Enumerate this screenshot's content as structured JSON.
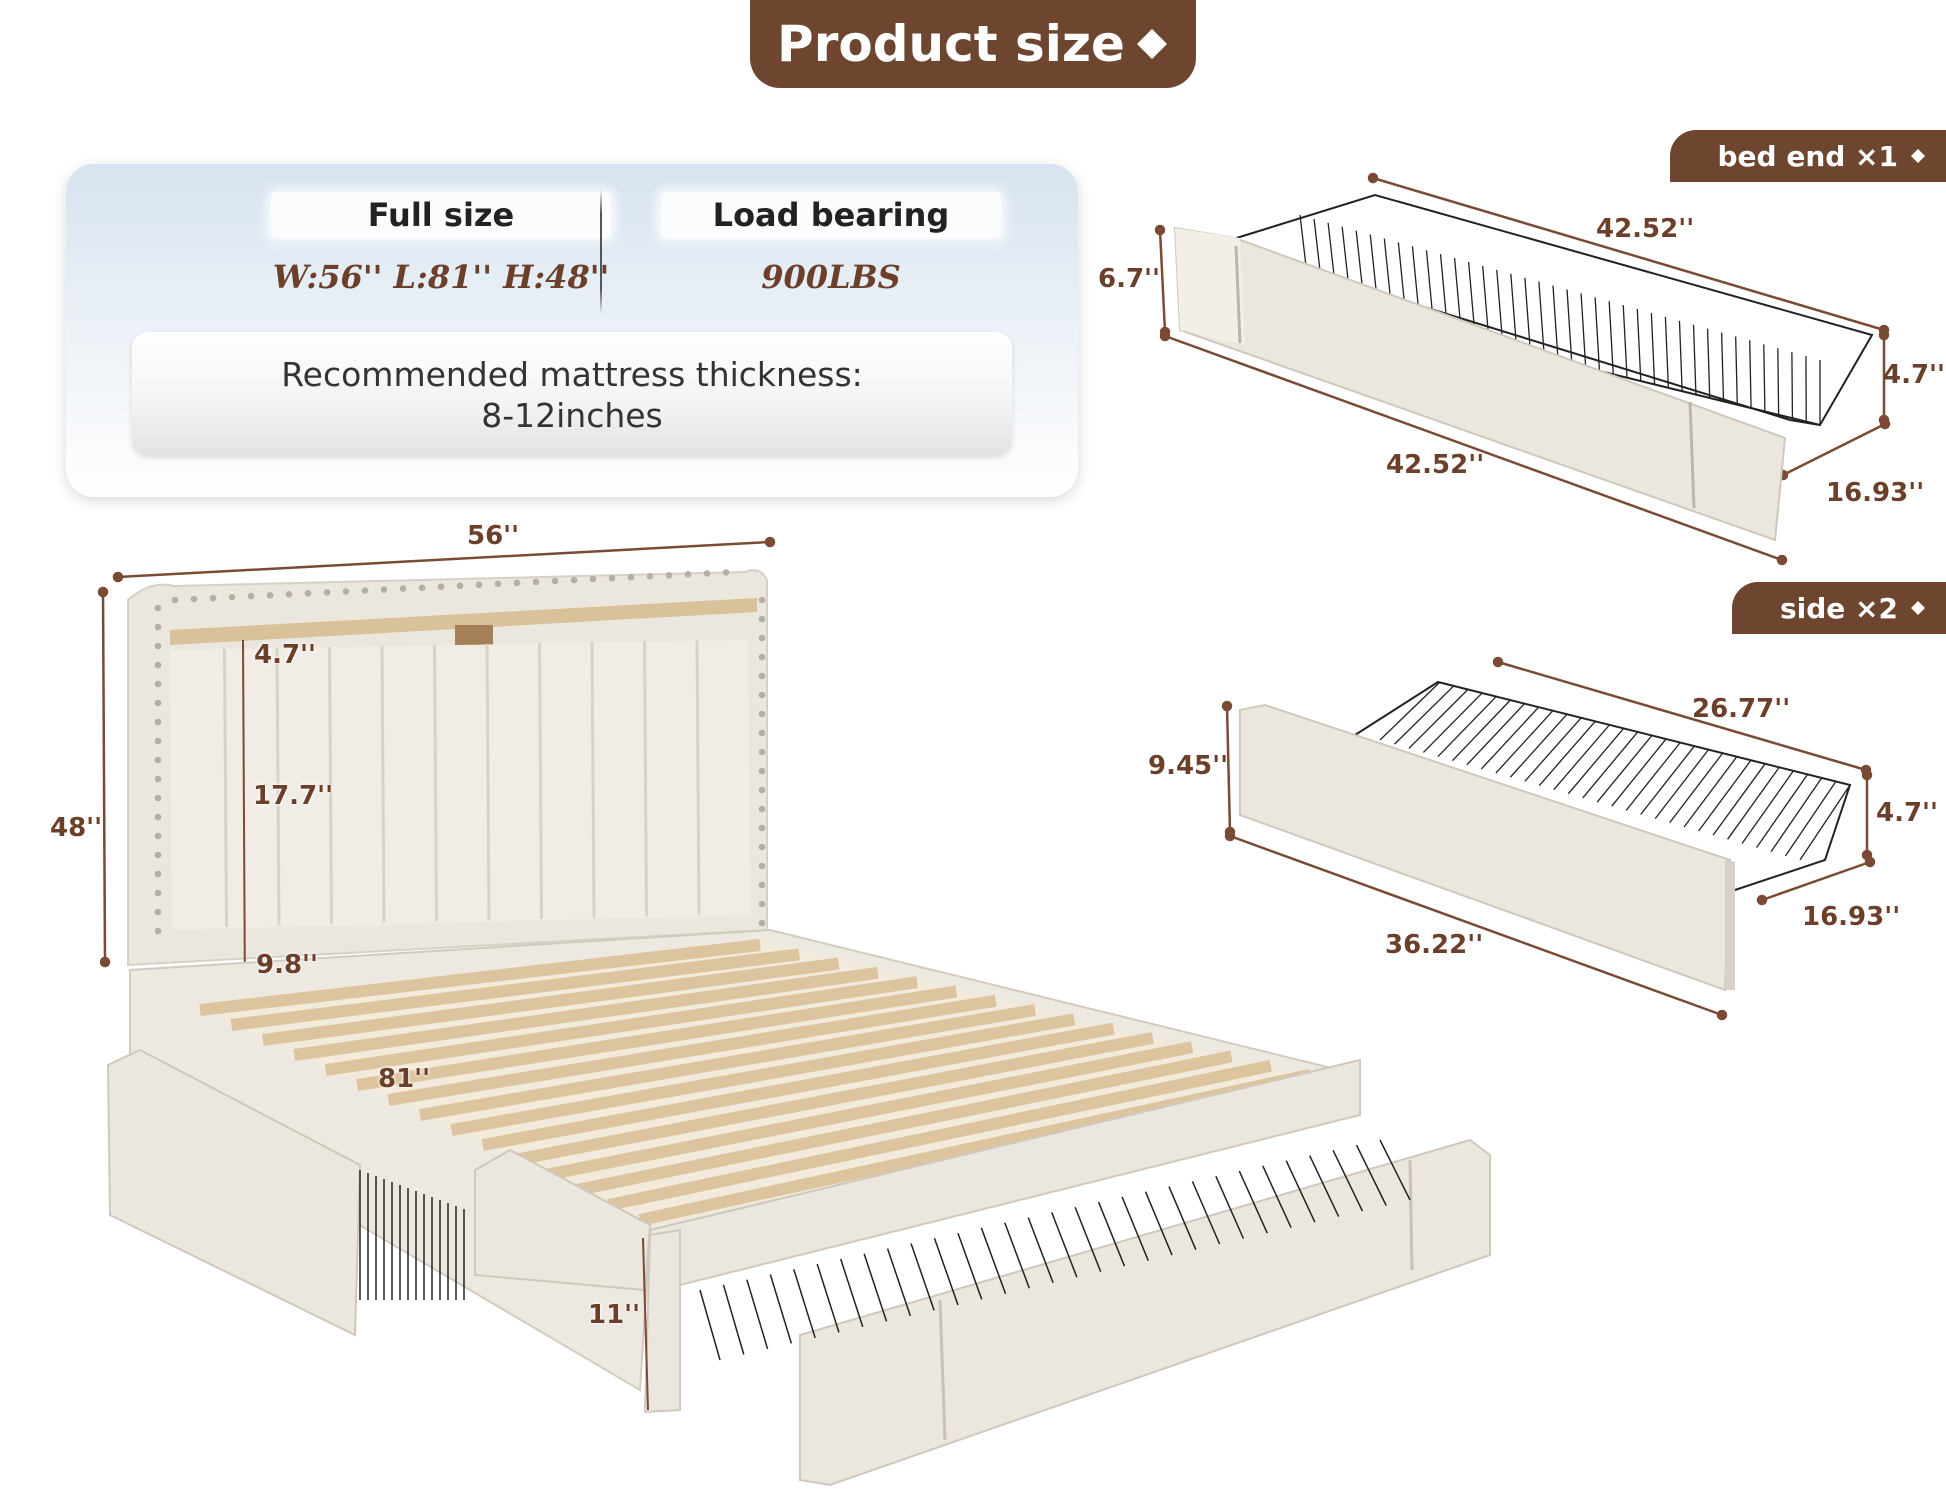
{
  "title": "Product size",
  "title_icon": "diamond-icon",
  "info_card": {
    "size_heading": "Full size",
    "size_value": "W:56''  L:81''  H:48''",
    "load_heading": "Load bearing",
    "load_value": "900LBS",
    "mattress_line1": "Recommended mattress thickness:",
    "mattress_line2": "8-12inches"
  },
  "bed_dimensions": {
    "width": "56''",
    "height": "48''",
    "length": "81''",
    "shelf_height": "4.7''",
    "headboard_panel": "17.7''",
    "clearance": "9.8''",
    "side_height": "11''"
  },
  "bed_end_drawer": {
    "tag": "bed end ×1",
    "top_length": "42.52''",
    "front_height": "6.7''",
    "basket_height": "4.7''",
    "front_length": "42.52''",
    "depth": "16.93''"
  },
  "side_drawer": {
    "tag": "side ×2",
    "top_length": "26.77''",
    "front_height": "9.45''",
    "basket_height": "4.7''",
    "front_length": "36.22''",
    "depth": "16.93''"
  },
  "colors": {
    "brand_brown": "#6e4630",
    "dimension_text": "#6b3f2a",
    "fabric": "#ebe6de",
    "wood": "#e8d8bd"
  }
}
